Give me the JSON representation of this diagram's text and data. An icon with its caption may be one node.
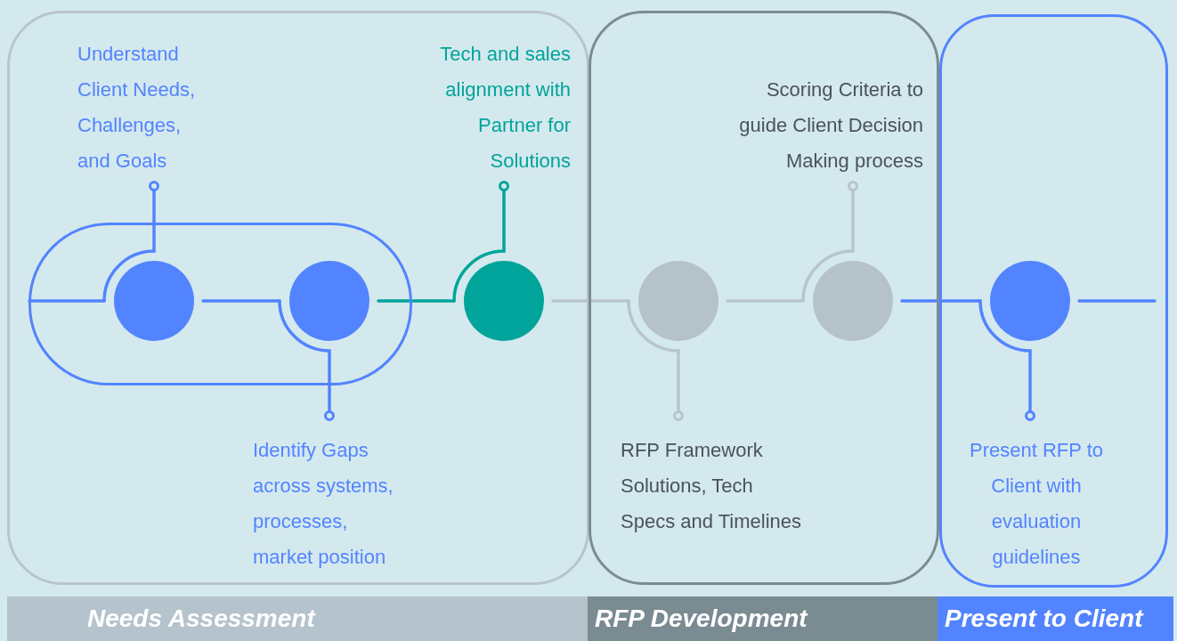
{
  "diagram": {
    "nodes": [
      {
        "text": [],
        "shape": "box"
      },
      {
        "text": [],
        "shape": "box"
      },
      {
        "text": [],
        "shape": "box"
      },
      {
        "text": [],
        "shape": "box",
        "in": 0
      },
      {
        "text": [],
        "shape": "circle",
        "in": 3
      },
      {
        "text": [],
        "shape": "circle",
        "in": 3
      },
      {
        "text": [],
        "shape": "circle",
        "in": 0
      },
      {
        "text": [],
        "shape": "circle",
        "in": 1
      },
      {
        "text": [],
        "shape": "circle",
        "in": 1
      },
      {
        "text": [],
        "shape": "circle",
        "in": 2
      },
      {
        "text": [
          "Understand Client Needs, Challenges, and Goals"
        ],
        "in": 0
      },
      {
        "text": [
          "Identify Gaps across systems, processes, market position"
        ],
        "in": 0
      },
      {
        "text": [
          "Tech and sales alignment with Partner for Solutions"
        ],
        "in": 0
      },
      {
        "text": [
          "Scoring Criteria to guide Client Decision Making process"
        ],
        "in": 1
      },
      {
        "text": [
          "RFP Framework Solutions, Tech Specs and Timelines"
        ],
        "in": 1
      },
      {
        "text": [
          "Present RFP to Client with evaluation guidelines"
        ],
        "in": 2
      },
      {
        "text": [
          "Needs Assessment"
        ]
      },
      {
        "text": [
          "RFP Development"
        ]
      },
      {
        "text": [
          "Present to Client"
        ]
      }
    ],
    "edges": [
      {
        "from": null,
        "to": 4,
        "arrow": "none"
      },
      {
        "from": 10,
        "to": 4,
        "arrow": "other"
      },
      {
        "from": 4,
        "to": 5,
        "arrow": "none"
      },
      {
        "from": 11,
        "to": 5,
        "arrow": "other"
      },
      {
        "from": 5,
        "to": 6,
        "arrow": "none",
        "color": "#00a49a"
      },
      {
        "from": 12,
        "to": 6,
        "arrow": "other",
        "color": "#00a49a"
      },
      {
        "from": 6,
        "to": 7,
        "arrow": "none",
        "color": "#b9c4cc"
      },
      {
        "from": 14,
        "to": 7,
        "arrow": "other",
        "color": "#b9c4cc"
      },
      {
        "from": 7,
        "to": 8,
        "arrow": "none",
        "color": "#b9c4cc"
      },
      {
        "from": 13,
        "to": 8,
        "arrow": "other",
        "color": "#b9c4cc"
      },
      {
        "from": 8,
        "to": 9,
        "arrow": "none"
      },
      {
        "from": 15,
        "to": 9,
        "arrow": "other"
      },
      {
        "from": 9,
        "to": null,
        "arrow": "none"
      }
    ]
  }
}
